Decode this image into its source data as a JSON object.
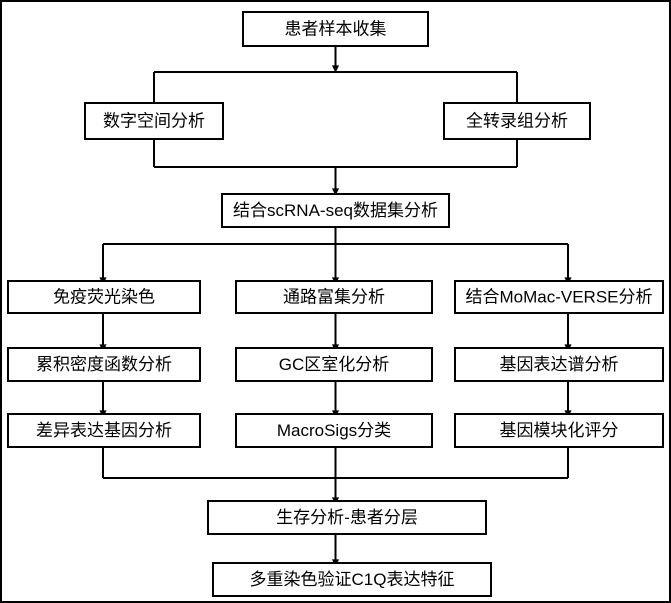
{
  "diagram": {
    "type": "flowchart",
    "orientation": "top-down",
    "background_color": "#ffffff",
    "line_color": "#000000",
    "box_fill": "#ffffff",
    "nodes": {
      "n1": {
        "label": "患者样本收集"
      },
      "n2": {
        "label": "数字空间分析"
      },
      "n3": {
        "label": "全转录组分析"
      },
      "n4": {
        "label": "结合scRNA-seq数据集分析"
      },
      "n5": {
        "label": "免疫荧光染色"
      },
      "n6": {
        "label": "通路富集分析"
      },
      "n7": {
        "label": "结合MoMac-VERSE分析"
      },
      "n8": {
        "label": "累积密度函数分析"
      },
      "n9": {
        "label": "GC区室化分析"
      },
      "n10": {
        "label": "基因表达谱分析"
      },
      "n11": {
        "label": "差异表达基因分析"
      },
      "n12": {
        "label": "MacroSigs分类"
      },
      "n13": {
        "label": "基因模块化评分"
      },
      "n14": {
        "label": "生存分析-患者分层"
      },
      "n15": {
        "label": "多重染色验证C1Q表达特征"
      }
    },
    "edges": [
      {
        "from": "n1",
        "to": "n2"
      },
      {
        "from": "n1",
        "to": "n3"
      },
      {
        "from": "n2",
        "to": "n4"
      },
      {
        "from": "n3",
        "to": "n4"
      },
      {
        "from": "n4",
        "to": "n5"
      },
      {
        "from": "n4",
        "to": "n6"
      },
      {
        "from": "n4",
        "to": "n7"
      },
      {
        "from": "n5",
        "to": "n8"
      },
      {
        "from": "n6",
        "to": "n9"
      },
      {
        "from": "n7",
        "to": "n10"
      },
      {
        "from": "n8",
        "to": "n11"
      },
      {
        "from": "n9",
        "to": "n12"
      },
      {
        "from": "n10",
        "to": "n13"
      },
      {
        "from": "n11",
        "to": "n14"
      },
      {
        "from": "n12",
        "to": "n14"
      },
      {
        "from": "n13",
        "to": "n14"
      },
      {
        "from": "n14",
        "to": "n15"
      }
    ]
  }
}
